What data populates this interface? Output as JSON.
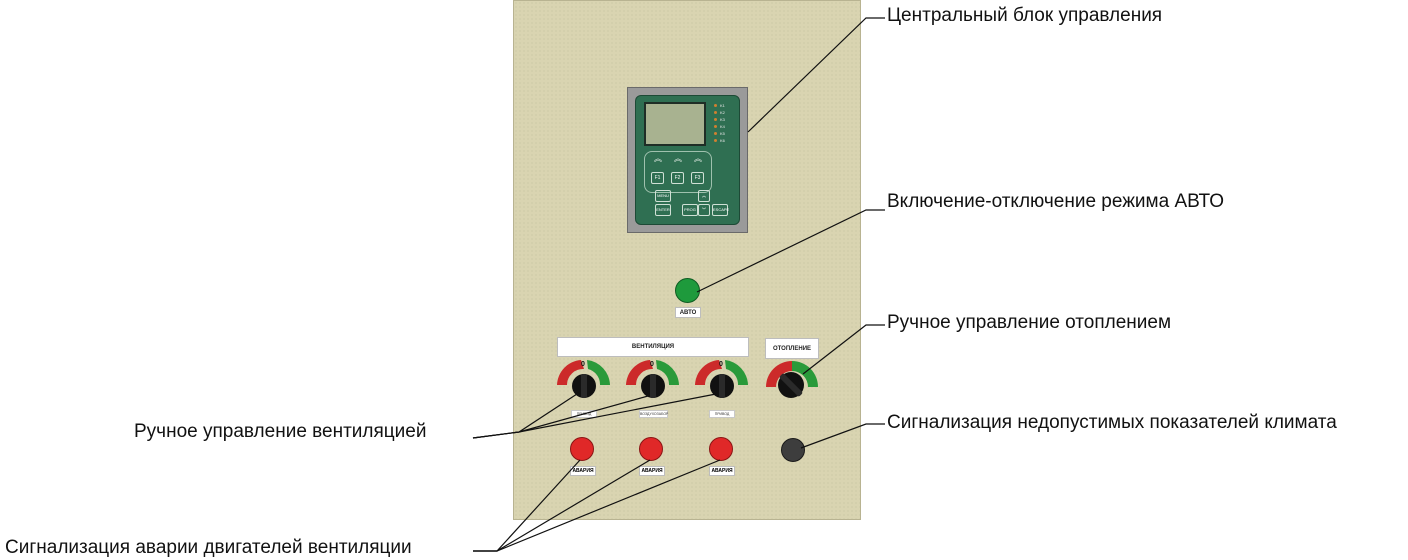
{
  "callouts": {
    "central_unit": "Центральный блок управления",
    "auto_toggle": "Включение-отключение режима АВТО",
    "heating_manual": "Ручное управление отоплением",
    "climate_alarm": "Сигнализация недопустимых показателей климата",
    "ventilation_manual": "Ручное управление вентиляцией",
    "motor_alarm": "Сигнализация аварии двигателей вентиляции"
  },
  "panel": {
    "auto_label": "АВТО",
    "ventilation_label": "ВЕНТИЛЯЦИЯ",
    "heating_label": "ОТОПЛЕНИЕ",
    "switch_zero": "0",
    "alarm_label": "АВАРИЯ",
    "fan_labels": [
      "ПРИВОД",
      "ВОЗДУХОЗАБОР",
      "ПРИВОД"
    ],
    "controller": {
      "leds": [
        "K1",
        "K2",
        "K3",
        "K4",
        "K5",
        "K6"
      ],
      "fkeys": [
        "F1",
        "F2",
        "F3"
      ],
      "sys_keys": [
        "MENU",
        "ENTER",
        "PROG",
        "ESCAPE"
      ]
    }
  },
  "colors": {
    "cabinet": "#d9d4b1",
    "controller_face": "#2f6f52",
    "auto_button": "#1e9a3c",
    "alarm_button": "#e02828",
    "climate_lamp": "#3d3d3d",
    "switch_red": "#cc2a2a",
    "switch_green": "#2a9a3a"
  }
}
